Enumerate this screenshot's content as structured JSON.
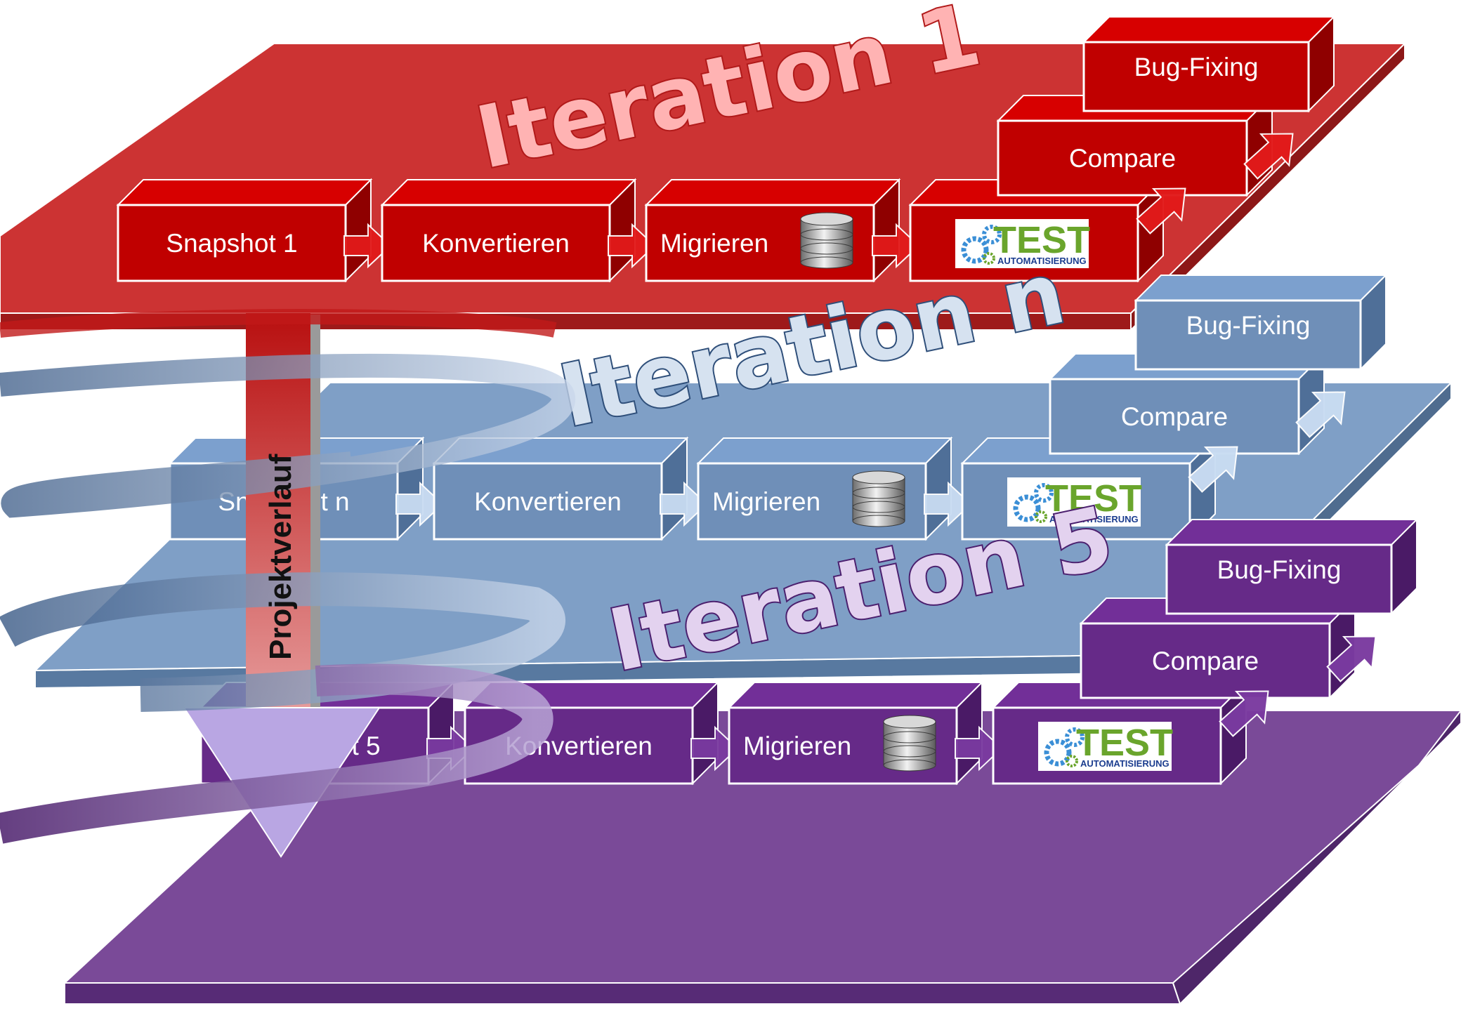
{
  "progress_arrow": {
    "label": "Projektverlauf"
  },
  "layers": [
    {
      "title": "Iteration 1",
      "colors": {
        "top": "#cc3333",
        "side": "#a61b1b",
        "box": "#c00000",
        "box_side": "#8f0000",
        "arrow": "#e21a1a",
        "title_fill": "#ffb3b3",
        "title_stroke": "#b11a1a"
      },
      "steps": [
        "Snapshot 1",
        "Konvertieren",
        "Migrieren"
      ],
      "compare": "Compare",
      "bugfix": "Bug-Fixing",
      "test_logo": {
        "word": "TEST",
        "sub": "AUTOMATISIERUNG"
      }
    },
    {
      "title": "Iteration n",
      "colors": {
        "top": "#7f9fc6",
        "side": "#5d7fa8",
        "box": "#6f8fb8",
        "box_side": "#4f6f98",
        "arrow": "#c9dcf2",
        "title_fill": "#d6e2f0",
        "title_stroke": "#2f4f7a"
      },
      "steps": [
        "Snapshot n",
        "Konvertieren",
        "Migrieren"
      ],
      "compare": "Compare",
      "bugfix": "Bug-Fixing",
      "test_logo": {
        "word": "TEST",
        "sub": "AUTOMATISIERUNG"
      }
    },
    {
      "title": "Iteration 5",
      "colors": {
        "top": "#7a4a98",
        "side": "#5c2d7c",
        "box": "#662a88",
        "box_side": "#4a1a66",
        "arrow": "#7a3aa0",
        "title_fill": "#e3d2ef",
        "title_stroke": "#4b1f6e"
      },
      "steps": [
        "Snapshot 5",
        "Konvertieren",
        "Migrieren"
      ],
      "compare": "Compare",
      "bugfix": "Bug-Fixing",
      "test_logo": {
        "word": "TEST",
        "sub": "AUTOMATISIERUNG"
      }
    }
  ]
}
